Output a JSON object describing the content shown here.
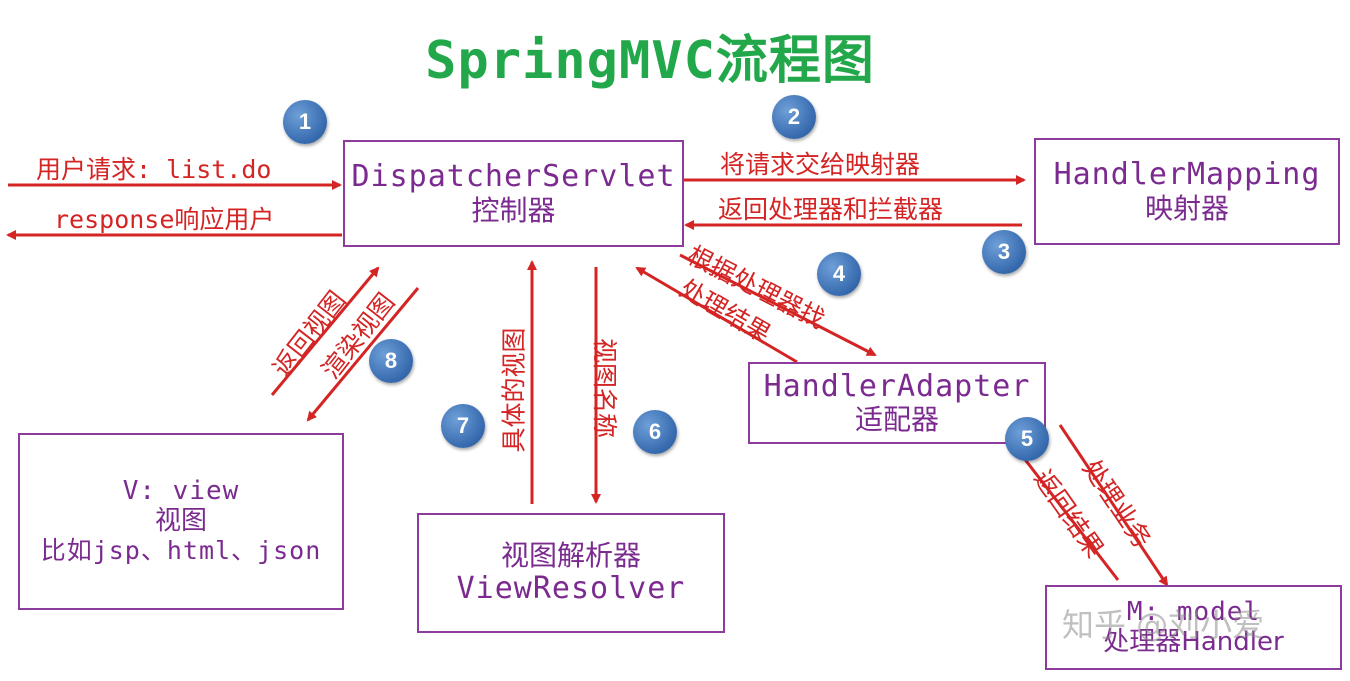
{
  "title": "SpringMVC流程图",
  "nodes": {
    "dispatcher": {
      "en": "DispatcherServlet",
      "cn": "控制器"
    },
    "handler_mapping": {
      "en": "HandlerMapping",
      "cn": "映射器"
    },
    "handler_adapter": {
      "en": "HandlerAdapter",
      "cn": "适配器"
    },
    "view_resolver": {
      "cn": "视图解析器",
      "en": "ViewResolver"
    },
    "view": {
      "line1": "V: view",
      "line2": "视图",
      "line3": "比如jsp、html、json"
    },
    "model": {
      "line1": "M: model",
      "line2": "处理器Handler"
    }
  },
  "edges": {
    "user_request": "用户请求: list.do",
    "response": "response响应用户",
    "to_mapping": "将请求交给映射器",
    "from_mapping": "返回处理器和拦截器",
    "to_adapter": "根据处理器找",
    "from_adapter": "处理结果",
    "to_handler": "处理业务",
    "from_handler": "返回结果",
    "to_resolver": "视图名称",
    "from_resolver": "具体的视图",
    "return_view": "返回视图",
    "render_view": "渲染视图"
  },
  "steps": [
    "1",
    "2",
    "3",
    "4",
    "5",
    "6",
    "7",
    "8"
  ],
  "watermark": "知乎 @刘小爱",
  "colors": {
    "arrow": "#d42424",
    "box_border": "#8e3b9e",
    "title": "#22a84a",
    "step": "#3569ad"
  }
}
